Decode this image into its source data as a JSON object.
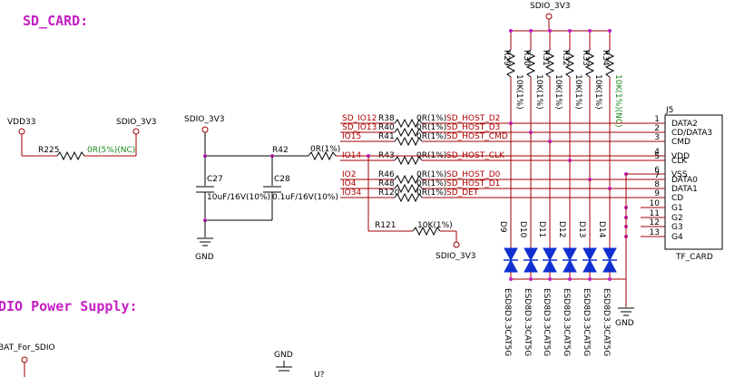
{
  "sections": {
    "sd_card": "SD_CARD:",
    "power_supply": "DIO Power Supply:"
  },
  "power": {
    "vdd33": "VDD33",
    "sdio_3v3": "SDIO_3V3",
    "gnd": "GND",
    "vbat": "BAT_For_SDIO"
  },
  "r225": {
    "ref": "R225",
    "value": "0R(5%)(NC)"
  },
  "r42": {
    "ref": "R42",
    "value": "0R(1%)"
  },
  "c27": {
    "ref": "C27",
    "value": "10uF/16V(10%)"
  },
  "c28": {
    "ref": "C28",
    "value": "0.1uF/16V(10%)"
  },
  "r121": {
    "ref": "R121",
    "value": "10K(1%)"
  },
  "pullups": [
    {
      "ref": "R29",
      "value": "10K(1%)"
    },
    {
      "ref": "R30",
      "value": "10K(1%)"
    },
    {
      "ref": "R31",
      "value": "10K(1%)"
    },
    {
      "ref": "R32",
      "value": "10K(1%)"
    },
    {
      "ref": "R33",
      "value": "10K(1%)"
    },
    {
      "ref": "R34",
      "value": "10K(1%)(NC)"
    }
  ],
  "signals": [
    {
      "io": "SD_IO12",
      "res": "R38",
      "value": "0R(1%)",
      "net": "SD_HOST_D2"
    },
    {
      "io": "SD_IO13",
      "res": "R40",
      "value": "0R(1%)",
      "net": "SD_HOST_D3"
    },
    {
      "io": "IO15",
      "res": "R41",
      "value": "0R(1%)",
      "net": "SD_HOST_CMD"
    },
    {
      "io": "IO14",
      "res": "R43",
      "value": "0R(1%)",
      "net": "SD_HOST_CLK"
    },
    {
      "io": "IO2",
      "res": "R46",
      "value": "0R(1%)",
      "net": "SD_HOST_D0"
    },
    {
      "io": "IO4",
      "res": "R48",
      "value": "0R(1%)",
      "net": "SD_HOST_D1"
    },
    {
      "io": "IO34",
      "res": "R120",
      "value": "0R(1%)",
      "net": "SD_DET"
    }
  ],
  "diodes": [
    {
      "ref": "D9",
      "part": "ESD8D3.3CAT5G"
    },
    {
      "ref": "D10",
      "part": "ESD8D3.3CAT5G"
    },
    {
      "ref": "D11",
      "part": "ESD8D3.3CAT5G"
    },
    {
      "ref": "D12",
      "part": "ESD8D3.3CAT5G"
    },
    {
      "ref": "D13",
      "part": "ESD8D3.3CAT5G"
    },
    {
      "ref": "D14",
      "part": "ESD8D3.3CAT5G"
    }
  ],
  "connector": {
    "ref": "J5",
    "name": "TF_CARD",
    "pins": [
      {
        "num": "1",
        "name": "DATA2"
      },
      {
        "num": "2",
        "name": "CD/DATA3"
      },
      {
        "num": "3",
        "name": "CMD"
      },
      {
        "num": "4",
        "name": "VDD"
      },
      {
        "num": "5",
        "name": "CLK"
      },
      {
        "num": "6",
        "name": "VSS"
      },
      {
        "num": "7",
        "name": "DATA0"
      },
      {
        "num": "8",
        "name": "DATA1"
      },
      {
        "num": "9",
        "name": "CD"
      },
      {
        "num": "10",
        "name": "G1"
      },
      {
        "num": "11",
        "name": "G2"
      },
      {
        "num": "12",
        "name": "G3"
      },
      {
        "num": "13",
        "name": "G4"
      }
    ]
  },
  "bottom_ref": "U?"
}
